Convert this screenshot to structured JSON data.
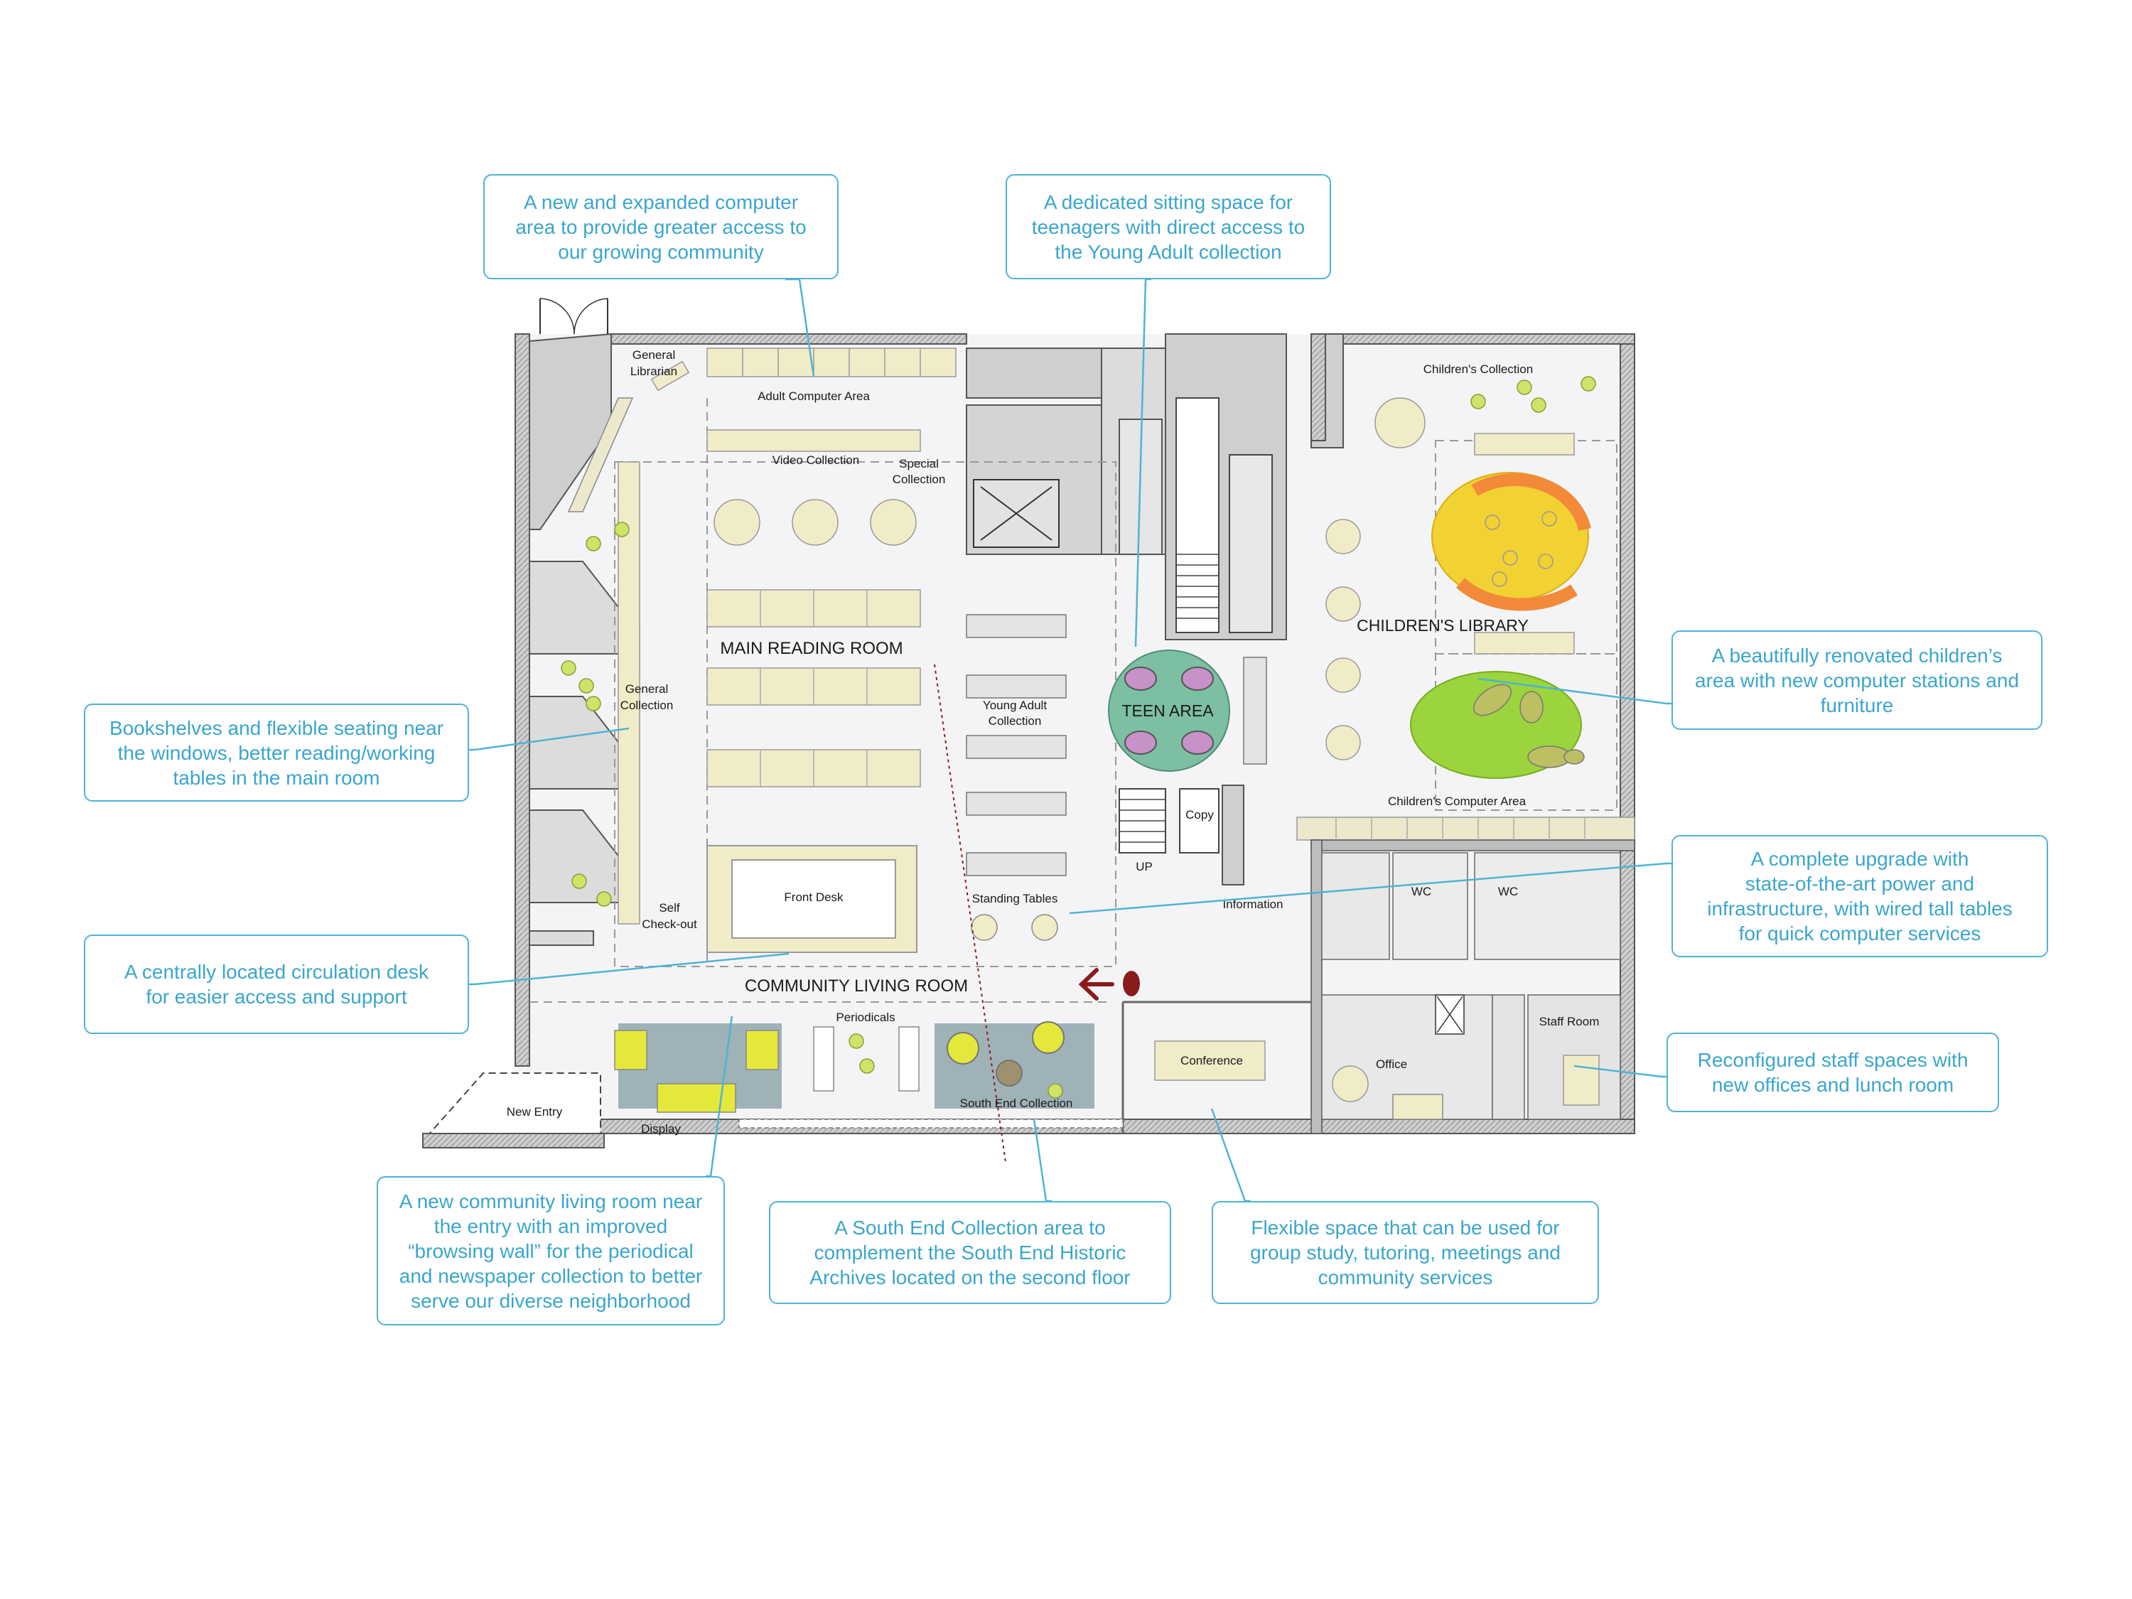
{
  "plan_labels": {
    "general_librarian": [
      "General",
      "Librarian"
    ],
    "adult_computer_area": "Adult Computer Area",
    "video_collection": "Video Collection",
    "special_collection": [
      "Special",
      "Collection"
    ],
    "main_reading_room": "MAIN READING ROOM",
    "general_collection": [
      "General",
      "Collection"
    ],
    "young_adult_collection": [
      "Young Adult",
      "Collection"
    ],
    "teen_area": "TEEN AREA",
    "copy": "Copy",
    "up": "UP",
    "front_desk": "Front Desk",
    "self_checkout": [
      "Self",
      "Check-out"
    ],
    "standing_tables": "Standing Tables",
    "information": "Information",
    "community_living_room": "COMMUNITY LIVING ROOM",
    "periodicals": "Periodicals",
    "south_end_collection": "South End Collection",
    "conference": "Conference",
    "new_entry": "New Entry",
    "display": "Display",
    "childrens_collection": "Children's Collection",
    "childrens_library": "CHILDREN'S LIBRARY",
    "childrens_computer_area": "Children's Computer Area",
    "wc_1": "WC",
    "wc_2": "WC",
    "staff_room": "Staff Room",
    "office": "Office"
  },
  "callouts": {
    "computer_area": [
      "A new and expanded computer",
      "area to provide greater access to",
      "our growing community"
    ],
    "teen_space": [
      "A dedicated sitting space for",
      "teenagers with direct access to",
      "the Young Adult collection"
    ],
    "bookshelves": [
      "Bookshelves and flexible seating near",
      "the windows, better reading/working",
      "tables in the main room"
    ],
    "childrens_area": [
      "A beautifully renovated children’s",
      "area with new computer stations and",
      "furniture"
    ],
    "upgrade": [
      "A complete upgrade with",
      "state-of-the-art power and",
      "infrastructure, with wired tall tables",
      "for quick computer services"
    ],
    "circulation_desk": [
      "A centrally located circulation desk",
      "for easier access and support"
    ],
    "staff_spaces": [
      "Reconfigured staff spaces with",
      "new offices and lunch room"
    ],
    "living_room": [
      "A new community living room near",
      "the entry with an improved",
      "“browsing wall” for the periodical",
      "and newspaper collection to better",
      "serve our diverse neighborhood"
    ],
    "south_end": [
      "A South End Collection area to",
      "complement the South End Historic",
      "Archives located on the second floor"
    ],
    "flexible_space": [
      "Flexible space that can be used for",
      "group study, tutoring, meetings and",
      "community services"
    ]
  },
  "colors": {
    "callout_border": "#4fb3d4",
    "callout_text": "#3aa6cc",
    "wall": "#8c8c8c",
    "furniture": "#f1ecc8",
    "childrens_yellow": "#f2d133",
    "childrens_green": "#9bd43c",
    "teen_teal": "#7dbfa2",
    "teen_pink": "#c792c8",
    "chair_yellow": "#e4e83a",
    "living_room_blue": "#9fb2b8",
    "arrow_red": "#8a1c1c"
  }
}
